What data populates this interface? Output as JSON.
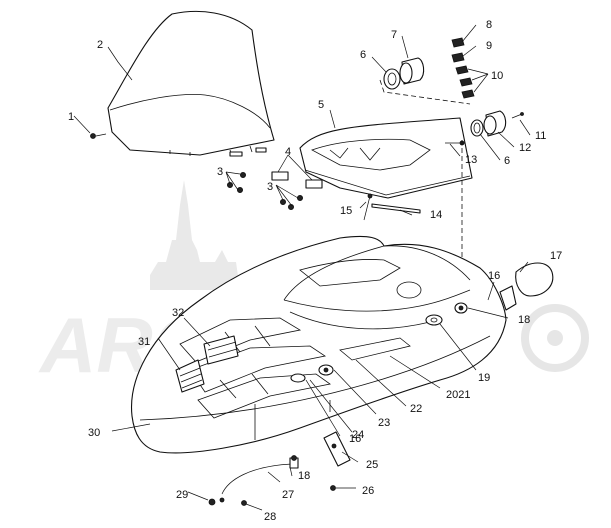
{
  "watermark": {
    "text": "ARCTIC"
  },
  "callouts": [
    {
      "id": "c1",
      "label": "1"
    },
    {
      "id": "c2",
      "label": "2"
    },
    {
      "id": "c3a",
      "label": "3"
    },
    {
      "id": "c3b",
      "label": "3"
    },
    {
      "id": "c4",
      "label": "4"
    },
    {
      "id": "c5",
      "label": "5"
    },
    {
      "id": "c6a",
      "label": "6"
    },
    {
      "id": "c6b",
      "label": "6"
    },
    {
      "id": "c7",
      "label": "7"
    },
    {
      "id": "c8",
      "label": "8"
    },
    {
      "id": "c9",
      "label": "9"
    },
    {
      "id": "c10",
      "label": "10"
    },
    {
      "id": "c11",
      "label": "11"
    },
    {
      "id": "c12",
      "label": "12"
    },
    {
      "id": "c13",
      "label": "13"
    },
    {
      "id": "c14",
      "label": "14"
    },
    {
      "id": "c15",
      "label": "15"
    },
    {
      "id": "c16a",
      "label": "16"
    },
    {
      "id": "c16b",
      "label": "16"
    },
    {
      "id": "c17",
      "label": "17"
    },
    {
      "id": "c18a",
      "label": "18"
    },
    {
      "id": "c18b",
      "label": "18"
    },
    {
      "id": "c19",
      "label": "19"
    },
    {
      "id": "c2021",
      "label": "2021"
    },
    {
      "id": "c22",
      "label": "22"
    },
    {
      "id": "c23",
      "label": "23"
    },
    {
      "id": "c24",
      "label": "24"
    },
    {
      "id": "c25",
      "label": "25"
    },
    {
      "id": "c26",
      "label": "26"
    },
    {
      "id": "c27",
      "label": "27"
    },
    {
      "id": "c28",
      "label": "28"
    },
    {
      "id": "c29",
      "label": "29"
    },
    {
      "id": "c30",
      "label": "30"
    },
    {
      "id": "c31",
      "label": "31"
    },
    {
      "id": "c32",
      "label": "32"
    }
  ]
}
